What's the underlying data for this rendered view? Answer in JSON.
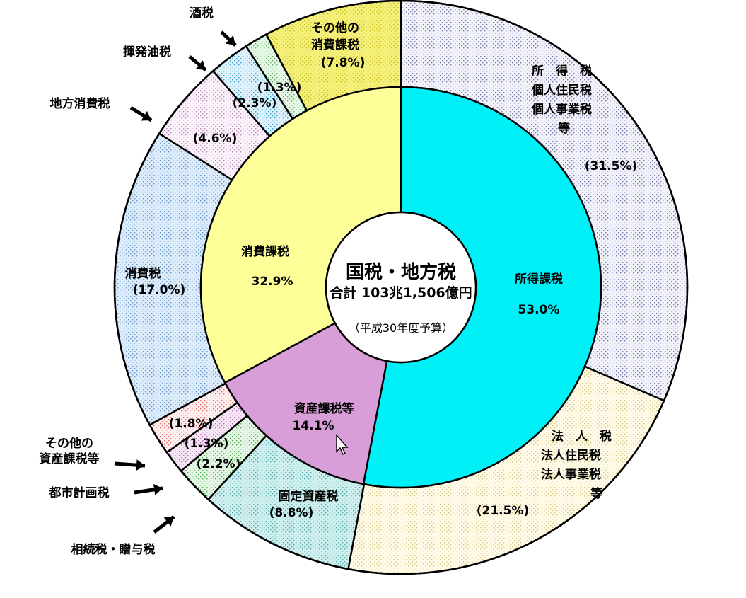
{
  "chart_data": {
    "type": "pie",
    "center": {
      "title": "国税・地方税",
      "total": "合計 103兆1,506億円",
      "note": "（平成30年度予算）"
    },
    "inner": [
      {
        "id": "income",
        "label": "所得課税",
        "value": 53.0,
        "pct": "53.0%",
        "color": "#00f0f8"
      },
      {
        "id": "property",
        "label": "資産課税等",
        "value": 14.1,
        "pct": "14.1%",
        "color": "#d89ed8"
      },
      {
        "id": "consumption",
        "label": "消費課税",
        "value": 32.9,
        "pct": "32.9%",
        "color": "#ffff99"
      }
    ],
    "outer": [
      {
        "id": "shotoku",
        "label_lines": [
          "所　得　税",
          "個人住民税",
          "個人事業税",
          "等"
        ],
        "value": 31.5,
        "pct": "(31.5%)",
        "color": "#f2f2fa",
        "dot": "#7a7aaa"
      },
      {
        "id": "hojin",
        "label_lines": [
          "法　人　税",
          "法人住民税",
          "法人事業税",
          "等"
        ],
        "value": 21.5,
        "pct": "(21.5%)",
        "color": "#fffbe8",
        "dot": "#d8c888"
      },
      {
        "id": "kotei",
        "label_lines": [
          "固定資産税"
        ],
        "value": 8.8,
        "pct": "(8.8%)",
        "color": "#cfefef",
        "dot": "#55aaaa"
      },
      {
        "id": "sozoku",
        "label_lines": [
          "相続税・贈与税"
        ],
        "value": 2.2,
        "pct": "(2.2%)",
        "color": "#e6f6e6",
        "dot": "#55b055"
      },
      {
        "id": "toshi",
        "label_lines": [
          "都市計画税"
        ],
        "value": 1.3,
        "pct": "(1.3%)",
        "color": "#f6e6f6",
        "dot": "#b070b0"
      },
      {
        "id": "sonota_shisan",
        "label_lines": [
          "その他の",
          "資産課税等"
        ],
        "value": 1.8,
        "pct": "(1.8%)",
        "color": "#fff0f0",
        "dot": "#e07070"
      },
      {
        "id": "shohi",
        "label_lines": [
          "消費税"
        ],
        "value": 17.0,
        "pct": "(17.0%)",
        "color": "#dcecfa",
        "dot": "#6a96c8"
      },
      {
        "id": "chiho_shohi",
        "label_lines": [
          "地方消費税"
        ],
        "value": 4.6,
        "pct": "(4.6%)",
        "color": "#fbf2fb",
        "dot": "#b890b8"
      },
      {
        "id": "kihatsu",
        "label_lines": [
          "揮発油税"
        ],
        "value": 2.3,
        "pct": "(2.3%)",
        "color": "#dff2fb",
        "dot": "#3aa0d0"
      },
      {
        "id": "sake",
        "label_lines": [
          "酒税"
        ],
        "value": 1.3,
        "pct": "(1.3%)",
        "color": "#e8f8e8",
        "dot": "#60b060"
      },
      {
        "id": "sonota_shohi",
        "label_lines": [
          "その他の",
          "消費課税"
        ],
        "value": 7.8,
        "pct": "(7.8%)",
        "color": "#f5f07a",
        "dot": "#c8c020"
      }
    ]
  }
}
